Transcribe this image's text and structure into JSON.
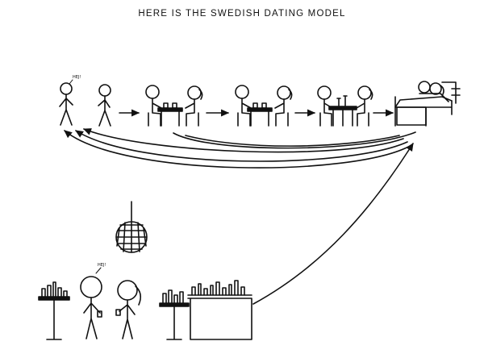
{
  "title": "HERE IS THE SWEDISH DATING MODEL",
  "speech": {
    "top_greeting": "HEJ!",
    "club_greeting": "HEJ!"
  },
  "stages": [
    {
      "id": "greeting",
      "icon": "two-people-standing-icon"
    },
    {
      "id": "fika-1",
      "icon": "couple-at-cafe-table-icon"
    },
    {
      "id": "fika-2",
      "icon": "couple-at-cafe-table-icon"
    },
    {
      "id": "dinner",
      "icon": "couple-at-dinner-table-icon"
    },
    {
      "id": "bed",
      "icon": "couple-in-bed-icon"
    }
  ],
  "nightclub": {
    "icons": [
      "disco-ball-icon",
      "bar-table-with-bottles-icon",
      "couple-drinking-icon",
      "bar-counter-icon"
    ]
  },
  "colors": {
    "ink": "#111111",
    "background": "#ffffff"
  }
}
